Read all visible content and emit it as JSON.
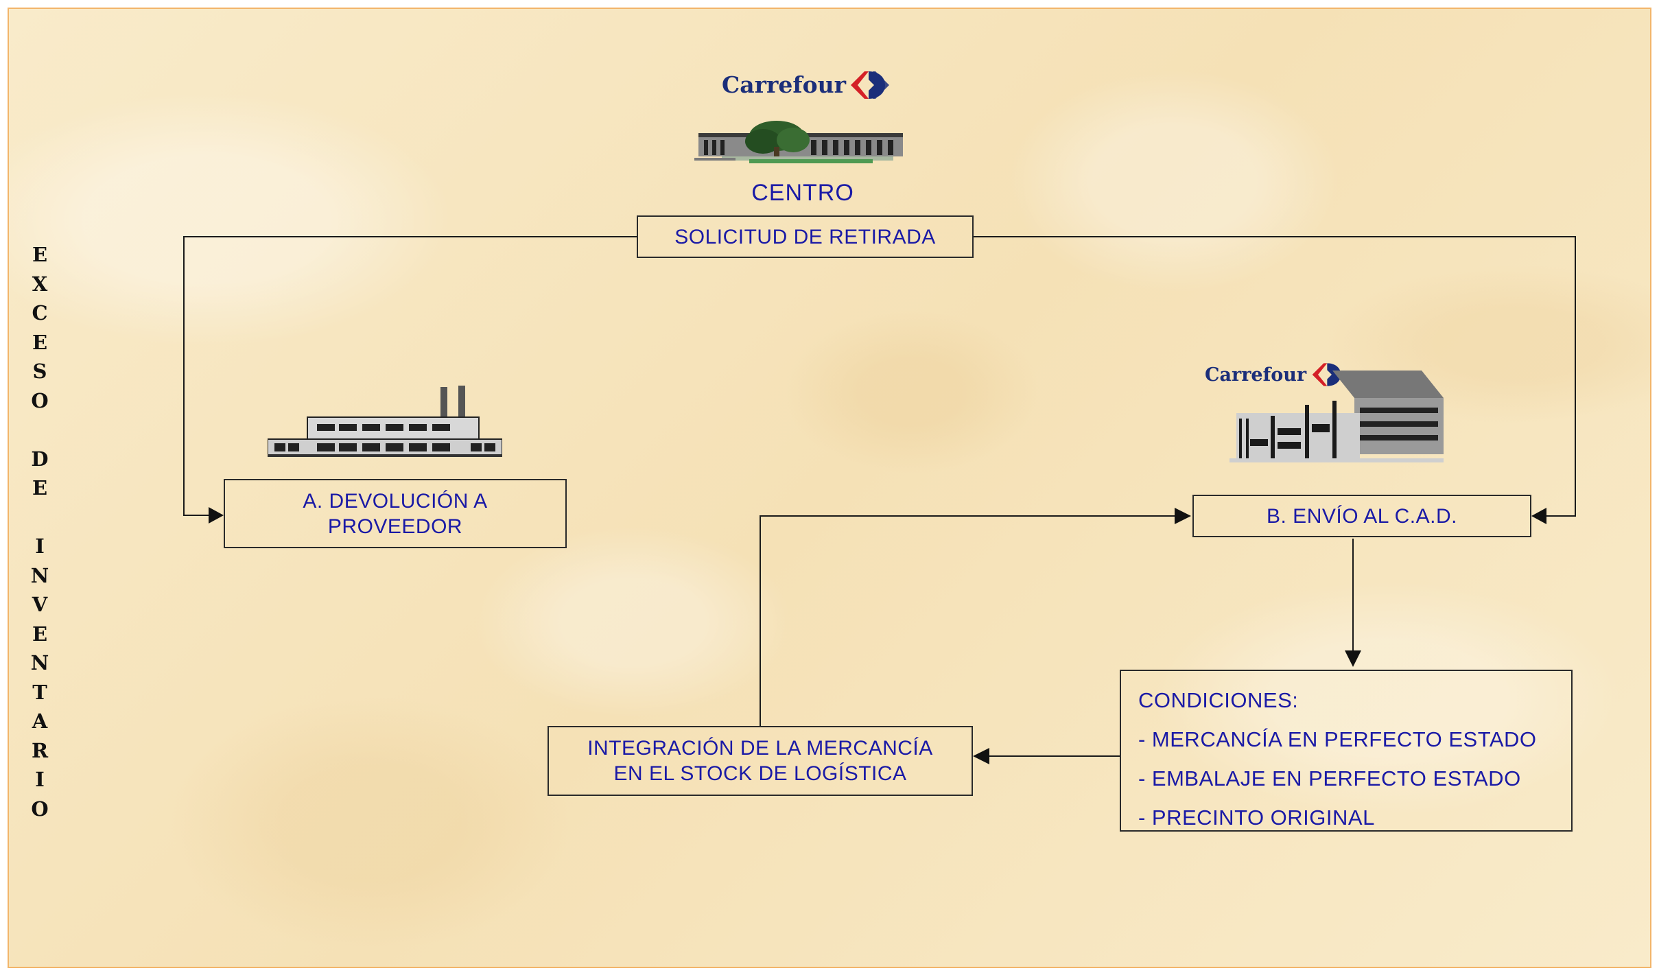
{
  "vertical_title": "EXCESO DE INVENTARIO",
  "logos": {
    "store_brand": "Carrefour",
    "warehouse_brand": "Carrefour"
  },
  "nodes": {
    "centro": "CENTRO",
    "solicitud": "SOLICITUD DE RETIRADA",
    "devolucion": [
      "A. DEVOLUCIÓN A",
      "PROVEEDOR"
    ],
    "envio": "B. ENVÍO AL C.A.D.",
    "integracion": [
      "INTEGRACIÓN DE LA MERCANCÍA",
      "EN EL STOCK DE LOGÍSTICA"
    ]
  },
  "conditions": {
    "title": "CONDICIONES:",
    "items": [
      "- MERCANCÍA EN PERFECTO ESTADO",
      "- EMBALAJE EN PERFECTO ESTADO",
      "- PRECINTO ORIGINAL"
    ]
  },
  "icons": [
    "carrefour-logo-icon",
    "store-building-icon",
    "factory-icon",
    "warehouse-building-icon"
  ],
  "colors": {
    "text": "#1a1aa6",
    "background": "#f8e8c4",
    "border": "#f2b56a",
    "logo_red": "#d42027",
    "logo_blue": "#1b2e7a"
  }
}
